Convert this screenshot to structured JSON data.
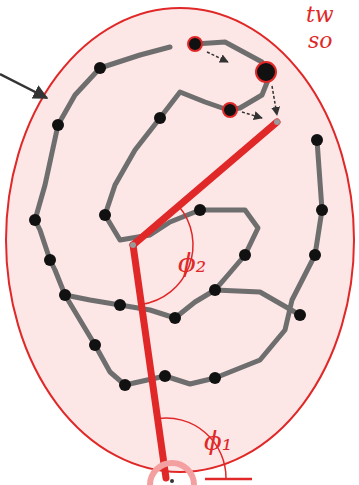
{
  "diagram": {
    "labels": [
      "ϕ₂",
      "ϕ₁",
      "tw",
      "so"
    ]
  }
}
